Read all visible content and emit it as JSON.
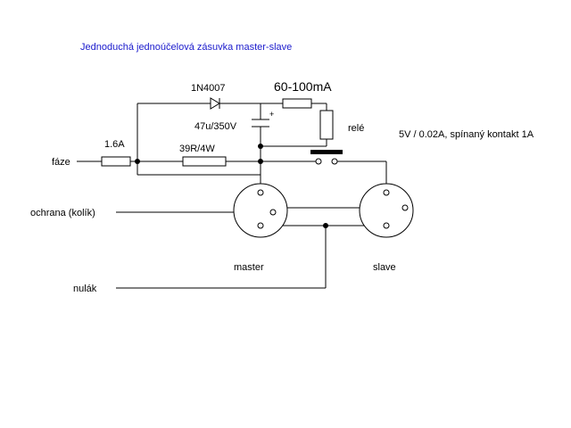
{
  "title": "Jednoduchá jednoúčelová zásuvka master-slave",
  "components": {
    "fuse": "1.6A",
    "diode": "1N4007",
    "current_range": "60-100mA",
    "capacitor": "47u/350V",
    "capacitor_polarity": "+",
    "resistor": "39R/4W",
    "relay": "relé",
    "relay_spec": "5V / 0.02A, spínaný kontakt 1A"
  },
  "terminals": {
    "phase": "fáze",
    "protective_earth": "ochrana (kolík)",
    "neutral": "nulák"
  },
  "sockets": {
    "master": "master",
    "slave": "slave"
  }
}
